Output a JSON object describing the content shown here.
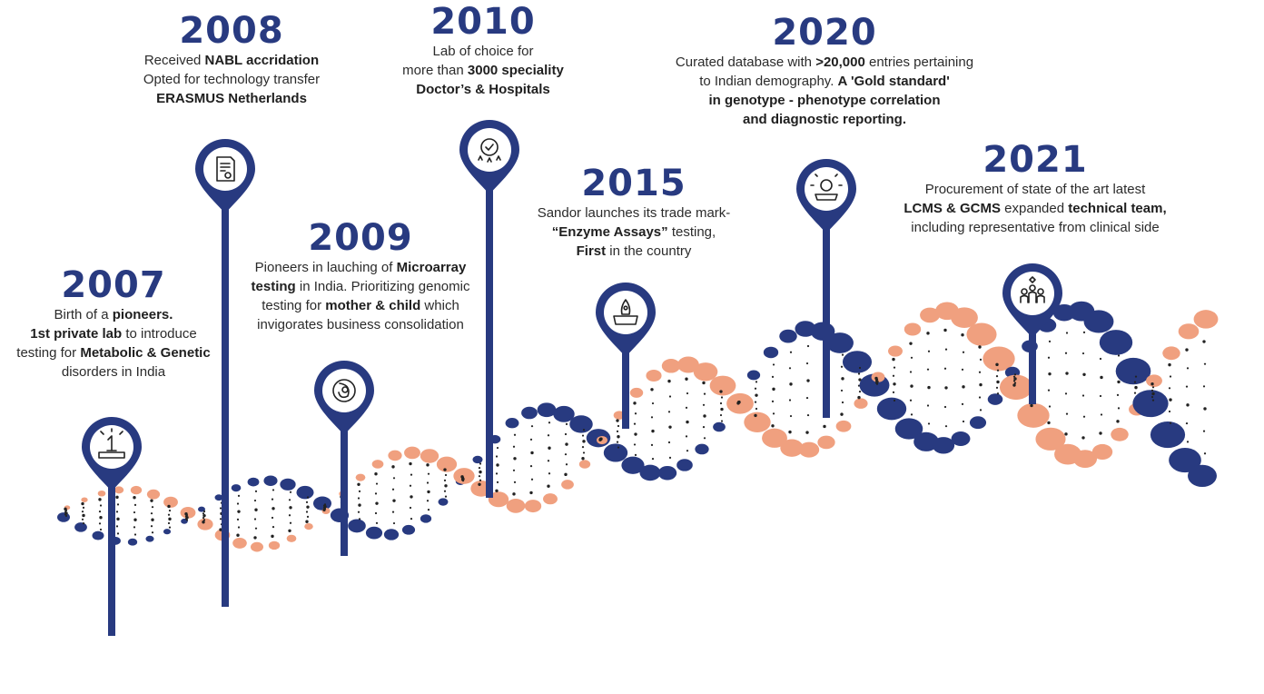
{
  "colors": {
    "navy": "#283a80",
    "salmon": "#f0a07f",
    "dark": "#222222"
  },
  "milestones": [
    {
      "year": "2007",
      "lines": [
        [
          {
            "t": "Birth of a "
          },
          {
            "t": "pioneers.",
            "b": true
          }
        ],
        [
          {
            "t": "1st private lab",
            "b": true
          },
          {
            "t": " to introduce"
          }
        ],
        [
          {
            "t": "testing for "
          },
          {
            "t": "Metabolic & Genetic",
            "b": true
          }
        ],
        [
          {
            "t": "disorders in India"
          }
        ]
      ],
      "icon": "trophy-icon"
    },
    {
      "year": "2008",
      "lines": [
        [
          {
            "t": "Received "
          },
          {
            "t": "NABL accridation",
            "b": true
          }
        ],
        [
          {
            "t": "Opted for technology transfer"
          }
        ],
        [
          {
            "t": "ERASMUS Netherlands",
            "b": true
          }
        ]
      ],
      "icon": "certificate-icon"
    },
    {
      "year": "2009",
      "lines": [
        [
          {
            "t": "Pioneers in lauching of "
          },
          {
            "t": "Microarray",
            "b": true
          }
        ],
        [
          {
            "t": "testing",
            "b": true
          },
          {
            "t": " in India. Prioritizing genomic"
          }
        ],
        [
          {
            "t": "testing for "
          },
          {
            "t": "mother & child",
            "b": true
          },
          {
            "t": " which"
          }
        ],
        [
          {
            "t": "invigorates business consolidation"
          }
        ]
      ],
      "icon": "mother-child-icon"
    },
    {
      "year": "2010",
      "lines": [
        [
          {
            "t": "Lab of choice for"
          }
        ],
        [
          {
            "t": "more than "
          },
          {
            "t": "3000 speciality",
            "b": true
          }
        ],
        [
          {
            "t": "Doctor’s & Hospitals",
            "b": true
          }
        ]
      ],
      "icon": "award-badge-icon"
    },
    {
      "year": "2015",
      "lines": [
        [
          {
            "t": "Sandor launches its trade mark-"
          }
        ],
        [
          {
            "t": "“Enzyme Assays”",
            "b": true
          },
          {
            "t": " testing,"
          }
        ],
        [
          {
            "t": "First",
            "b": true
          },
          {
            "t": " in the country"
          }
        ]
      ],
      "icon": "rocket-launch-icon"
    },
    {
      "year": "2020",
      "lines": [
        [
          {
            "t": "Curated database with "
          },
          {
            "t": ">20,000",
            "b": true
          },
          {
            "t": " entries pertaining"
          }
        ],
        [
          {
            "t": "to Indian demography. "
          },
          {
            "t": "A 'Gold standard'",
            "b": true
          }
        ],
        [
          {
            "t": "in genotype - phenotype correlation",
            "b": true
          }
        ],
        [
          {
            "t": "and diagnostic reporting.",
            "b": true
          }
        ]
      ],
      "icon": "gold-standard-icon"
    },
    {
      "year": "2021",
      "lines": [
        [
          {
            "t": "Procurement of state of the art latest"
          }
        ],
        [
          {
            "t": "LCMS & GCMS",
            "b": true
          },
          {
            "t": " expanded "
          },
          {
            "t": "technical team,",
            "b": true
          }
        ],
        [
          {
            "t": "including representative from clinical side"
          }
        ]
      ],
      "icon": "team-icon"
    }
  ]
}
